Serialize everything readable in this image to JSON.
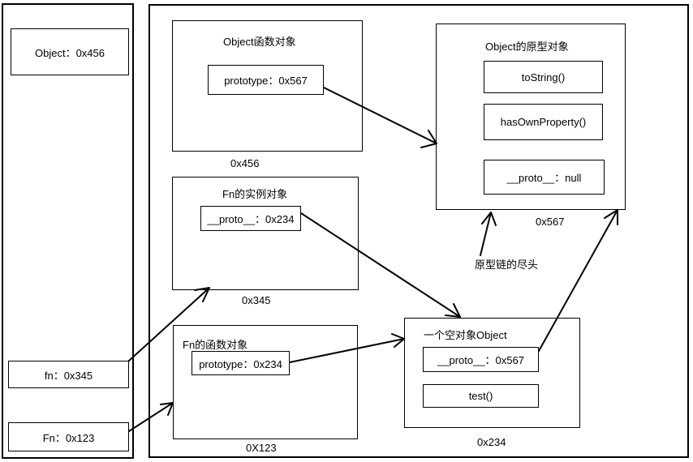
{
  "stack": {
    "object_var": "Object：0x456",
    "fn_var": "fn：0x345",
    "Fn_var": "Fn：0x123"
  },
  "object_function": {
    "title": "Object函数对象",
    "prototype": "prototype：0x567",
    "address": "0x456"
  },
  "object_prototype": {
    "title": "Object的原型对象",
    "tostring": "toString()",
    "hasownproperty": "hasOwnProperty()",
    "proto": "__proto__：null",
    "address": "0x567"
  },
  "fn_instance": {
    "title": "Fn的实例对象",
    "proto": "__proto__：0x234",
    "address": "0x345"
  },
  "fn_function": {
    "title": "Fn的函数对象",
    "prototype": "prototype：0x234",
    "address": "0X123"
  },
  "empty_object": {
    "title": "一个空对象Object",
    "proto": "__proto__：0x567",
    "test": "test()",
    "address": "0x234"
  },
  "annotation": {
    "chain_end": "原型链的尽头"
  }
}
